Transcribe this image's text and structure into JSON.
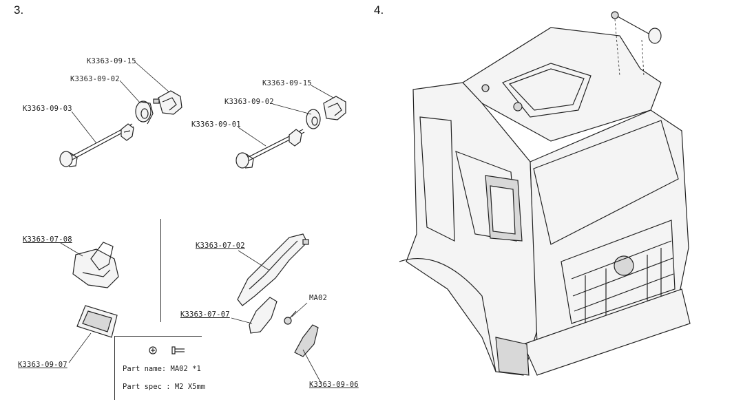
{
  "steps": {
    "step3": "3.",
    "step4": "4."
  },
  "labels": {
    "a_09_15": "K3363-09-15",
    "a_09_02": "K3363-09-02",
    "a_09_03": "K3363-09-03",
    "b_09_15": "K3363-09-15",
    "b_09_02": "K3363-09-02",
    "b_09_01": "K3363-09-01",
    "c_07_08": "K3363-07-08",
    "c_09_07": "K3363-09-07",
    "d_07_02": "K3363-07-02",
    "d_ma02": "MA02",
    "d_07_07": "K3363-07-07",
    "d_09_06": "K3363-09-06"
  },
  "spec": {
    "part_name": "Part name: MA02 *1",
    "part_spec": "Part spec : M2 X5mm",
    "screw_head_icon": "phillips-screw-head-icon",
    "screw_side_icon": "screw-side-view-icon"
  }
}
